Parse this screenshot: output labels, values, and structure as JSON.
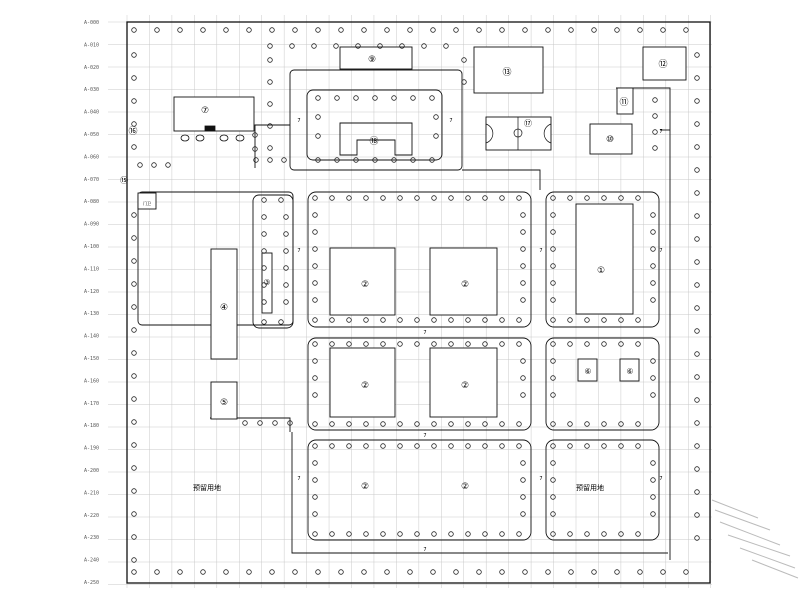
{
  "drawing": {
    "grid_color": "#c9c9c9",
    "line_color": "#111111",
    "tree_color": "#222222"
  },
  "row_labels": [
    "A-000",
    "A-010",
    "A-020",
    "A-030",
    "A-040",
    "A-050",
    "A-060",
    "A-070",
    "A-080",
    "A-090",
    "A-100",
    "A-110",
    "A-120",
    "A-130",
    "A-140",
    "A-150",
    "A-160",
    "A-170",
    "A-180",
    "A-190",
    "A-200",
    "A-210",
    "A-220",
    "A-230",
    "A-240",
    "A-250"
  ],
  "buildings": {
    "b1": "①",
    "b2": "②",
    "b3": "③",
    "b4": "④",
    "b5": "⑤",
    "b6": "⑥",
    "b7": "⑦",
    "b8": "⑧",
    "b9": "⑨",
    "b10": "⑩",
    "b11": "⑪",
    "b12": "⑫",
    "b13": "⑬",
    "b15": "⑮",
    "b16": "⑯",
    "b17": "⑰",
    "b18": "⑱"
  },
  "zones": {
    "left": "预留用地",
    "right": "预留用地"
  },
  "gate": {
    "tag": "门卫"
  },
  "road_marker": "7"
}
